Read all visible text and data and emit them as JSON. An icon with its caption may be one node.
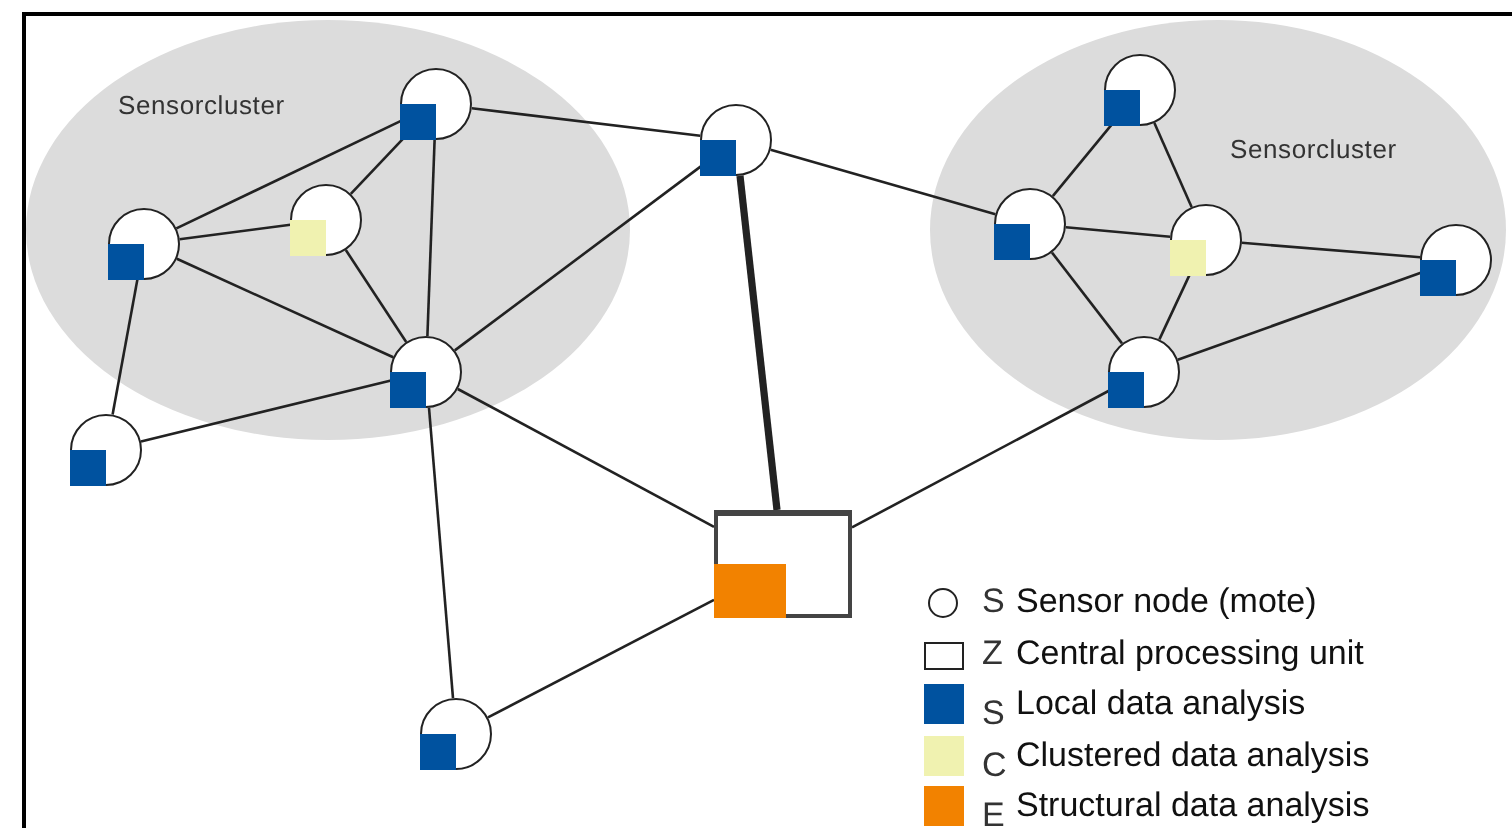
{
  "diagram": {
    "nodes": [
      {
        "text": [
          "Sensorcluster"
        ]
      },
      {
        "text": [],
        "shape": "circle",
        "in": 0
      },
      {
        "text": [],
        "shape": "circle",
        "in": 0
      },
      {
        "text": [],
        "shape": "circle",
        "in": 0
      },
      {
        "text": [],
        "shape": "circle",
        "in": 0
      },
      {
        "text": [],
        "shape": "circle"
      },
      {
        "text": [
          "Sensorcluster"
        ]
      },
      {
        "text": [],
        "shape": "circle",
        "in": 6
      },
      {
        "text": [],
        "shape": "circle",
        "in": 6
      },
      {
        "text": [],
        "shape": "circle",
        "in": 6
      },
      {
        "text": [],
        "shape": "circle",
        "in": 6
      },
      {
        "text": [],
        "shape": "circle",
        "in": 6
      },
      {
        "text": [],
        "shape": "circle"
      },
      {
        "text": [],
        "shape": "box"
      },
      {
        "text": [],
        "shape": "circle"
      }
    ],
    "edges": [
      {
        "from": 1,
        "to": 2,
        "arrow": "none"
      },
      {
        "from": 1,
        "to": 3,
        "arrow": "none"
      },
      {
        "from": 1,
        "to": 4,
        "arrow": "none"
      },
      {
        "from": 1,
        "to": 5,
        "arrow": "none"
      },
      {
        "from": 2,
        "to": 3,
        "arrow": "none"
      },
      {
        "from": 2,
        "to": 4,
        "arrow": "none"
      },
      {
        "from": 2,
        "to": 12,
        "arrow": "none"
      },
      {
        "from": 3,
        "to": 4,
        "arrow": "none"
      },
      {
        "from": 4,
        "to": 12,
        "arrow": "none"
      },
      {
        "from": 4,
        "to": 5,
        "arrow": "none"
      },
      {
        "from": 4,
        "to": 14,
        "arrow": "none"
      },
      {
        "from": 4,
        "to": 13,
        "arrow": "none"
      },
      {
        "from": 5,
        "to": 13,
        "arrow": "none",
        "style": "thick"
      },
      {
        "from": 5,
        "to": 8,
        "arrow": "none"
      },
      {
        "from": 14,
        "to": 13,
        "arrow": "none"
      },
      {
        "from": 13,
        "to": 11,
        "arrow": "none"
      },
      {
        "from": 7,
        "to": 8,
        "arrow": "none"
      },
      {
        "from": 7,
        "to": 9,
        "arrow": "none"
      },
      {
        "from": 8,
        "to": 9,
        "arrow": "none"
      },
      {
        "from": 8,
        "to": 11,
        "arrow": "none"
      },
      {
        "from": 9,
        "to": 11,
        "arrow": "none"
      },
      {
        "from": 9,
        "to": 10,
        "arrow": "none"
      },
      {
        "from": 10,
        "to": 11,
        "arrow": "none"
      }
    ],
    "labels": [
      "S",
      "Z",
      "S",
      "C",
      "E"
    ],
    "legend": [
      {
        "text": "Sensor node (mote)"
      },
      {
        "text": "Central processing unit"
      },
      {
        "text": "Local data analysis",
        "color": "#00529f"
      },
      {
        "text": "Clustered data analysis",
        "color": "#f0f2b0"
      },
      {
        "text": "Structural data analysis",
        "color": "#f28200"
      }
    ]
  }
}
